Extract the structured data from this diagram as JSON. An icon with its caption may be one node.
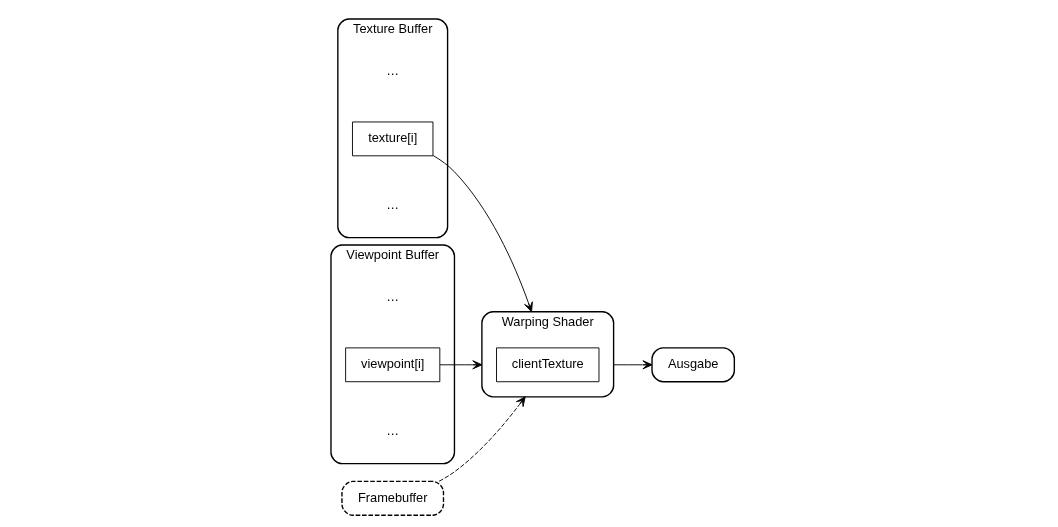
{
  "diagram": {
    "nodes": [
      {
        "text": [
          "Texture Buffer",
          "…",
          "…"
        ]
      },
      {
        "text": [
          "texture[i]"
        ],
        "in": 0
      },
      {
        "text": [
          "Viewpoint Buffer",
          "…",
          "…"
        ]
      },
      {
        "text": [
          "viewpoint[i]"
        ],
        "in": 2
      },
      {
        "text": [
          "Warping Shader"
        ]
      },
      {
        "text": [
          "clientTexture"
        ],
        "in": 4
      },
      {
        "text": [
          "Ausgabe"
        ]
      },
      {
        "text": [
          "Framebuffer"
        ]
      }
    ],
    "edges": [
      {
        "from": 1,
        "to": 4,
        "arrow": "to"
      },
      {
        "from": 3,
        "to": 4,
        "arrow": "to"
      },
      {
        "from": 4,
        "to": 6,
        "arrow": "to"
      },
      {
        "from": 7,
        "to": 4,
        "arrow": "to",
        "style": "dashed"
      }
    ]
  }
}
